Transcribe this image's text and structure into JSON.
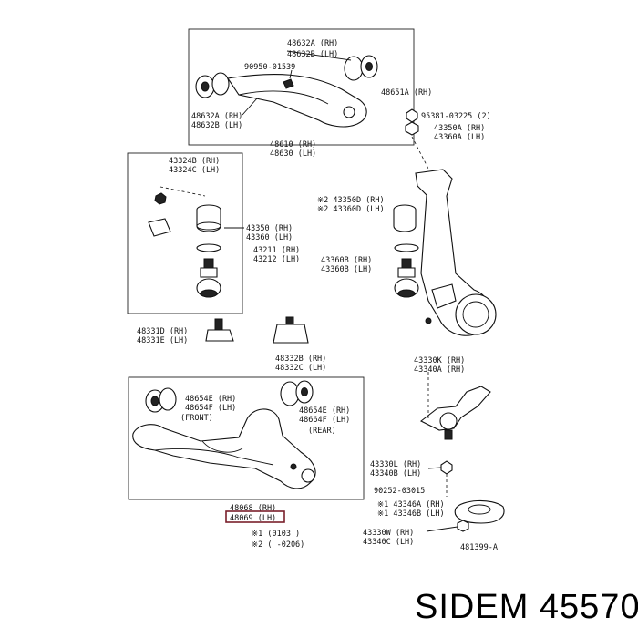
{
  "labels": {
    "upper_arm_bushing_rh": "48632A (RH)",
    "upper_arm_bushing_lh": "48632B (LH)",
    "grease_fitting": "90950-01539",
    "upper_arm_assy_rh": "48651A (RH)",
    "upper_arm_inner_rh": "48632A (RH)",
    "upper_arm_inner_lh": "48632B (LH)",
    "nut_code": "95381-03225 (2)",
    "upper_ball_nut_rh": "43350A (RH)",
    "upper_ball_nut_lh": "43360A (LH)",
    "upper_arm_rh": "48610 (RH)",
    "upper_arm_lh": "48630 (LH)",
    "dust_cover_rh": "43324B (RH)",
    "dust_cover_lh": "43324C (LH)",
    "ball_joint_rh": "43350 (RH)",
    "ball_joint_lh": "43360 (LH)",
    "snap_ring_rh": "43211 (RH)",
    "snap_ring_lh": "43212 (LH)",
    "upper_ball_rh_star": "※2 43350D (RH)",
    "upper_ball_lh_star": "※2 43360D (LH)",
    "lower_ball_rh": "43360B (RH)",
    "lower_ball_lh": "43360B (LH)",
    "bumper_rh": "48331D (RH)",
    "bumper_lh": "48331E (LH)",
    "stopper_rh": "48332B (RH)",
    "stopper_lh": "48332C (LH)",
    "knuckle_rh": "43330K (RH)",
    "knuckle_lh": "43340A (RH)",
    "front_bushing_rh": "48654E (RH)",
    "front_bushing_lh": "48654F (LH)",
    "front_tag": "(FRONT)",
    "rear_bushing_rh": "48654E (RH)",
    "rear_bushing_lh": "48664F (LH)",
    "rear_tag": "(REAR)",
    "lower_ball_lower_rh": "43330L (RH)",
    "lower_ball_lower_lh": "43340B (LH)",
    "nut_code_2": "90252-03015",
    "lower_arm_rh": "48068 (RH)",
    "lower_arm_lh": "48069 (LH)",
    "note_1": "※1 (0103       )",
    "note_2": "※2 (        -0206)",
    "spacer_rh": "※1 43346A (RH)",
    "spacer_lh": "※1 43346B (LH)",
    "knuckle_lower_rh": "43330W (RH)",
    "knuckle_lower_lh": "43340C (LH)",
    "figure_code": "481399-A"
  },
  "brand": {
    "text": "SIDEM 45570"
  },
  "colors": {
    "highlight_box": "#7a1f2b",
    "ink": "#111111"
  }
}
